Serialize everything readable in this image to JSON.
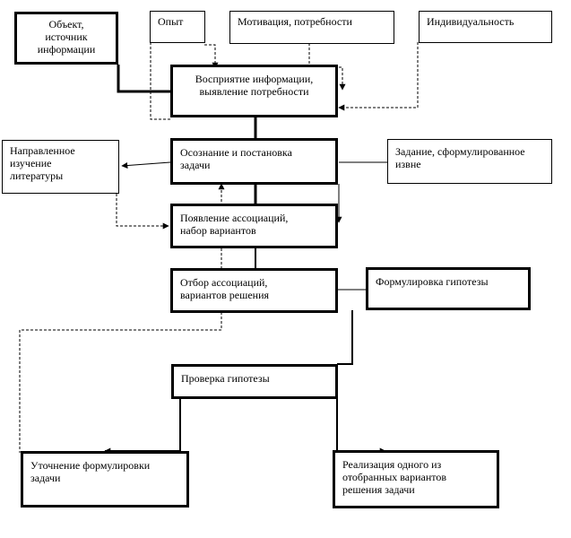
{
  "nodes": {
    "source": "Объект,\nисточник\nинформации",
    "experience": "Опыт",
    "motivation": "Мотивация, потребности",
    "individuality": "Индивидуальность",
    "perception": "Восприятие информации,\nвыявление потребности",
    "literature": "Направленное\nизучение\nлитературы",
    "awareness": "Осознание и постановка\nзадачи",
    "external_task": "Задание, сформулированное\nизвне",
    "associations": "Появление ассоциаций,\nнабор вариантов",
    "selection": "Отбор ассоциаций,\nвариантов решения",
    "hypothesis": "Формулировка гипотезы",
    "verification": "Проверка гипотезы",
    "refinement": "Уточнение формулировки\nзадачи",
    "implementation": "Реализация одного из\nотобранных вариантов\nрешения задачи"
  }
}
